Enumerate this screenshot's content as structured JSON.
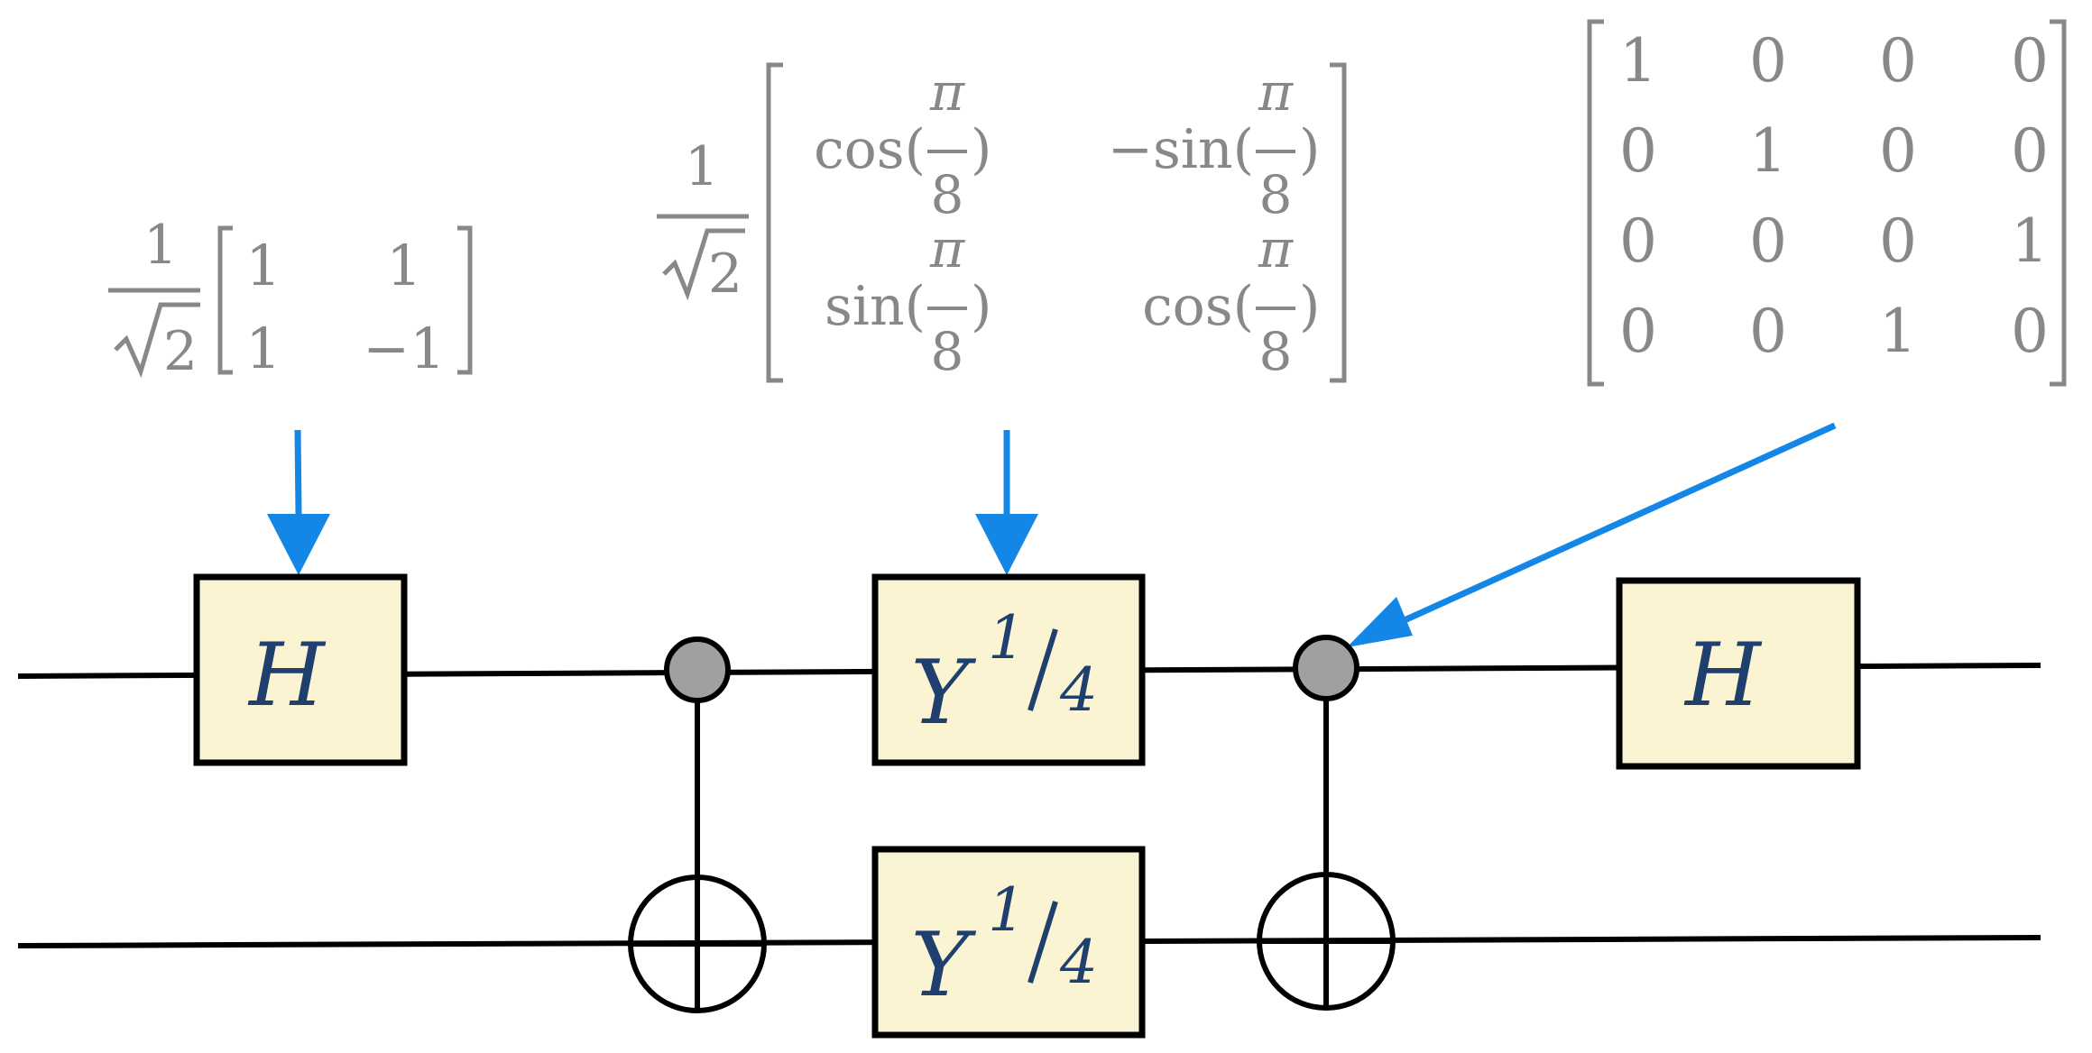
{
  "colors": {
    "wire": "#000000",
    "gate_fill": "#fbf4d3",
    "gate_text": "#1f3f6e",
    "control_dot": "#a0a0a0",
    "arrow": "#1487e6",
    "matrix_text": "#888888"
  },
  "gates": {
    "h_first": "H",
    "y_base": "Y",
    "y_exp_num": "1",
    "y_exp_den": "4",
    "h_last": "H"
  },
  "matrix_hadamard": {
    "prefactor_num": "1",
    "prefactor_den": "2",
    "rows": [
      [
        "1",
        "1"
      ],
      [
        "1",
        "−1"
      ]
    ]
  },
  "matrix_y": {
    "prefactor_num": "1",
    "prefactor_den": "2",
    "pi": "π",
    "eight": "8",
    "r1c1": "cos(",
    "r1c2": "−sin(",
    "r2c1": "sin(",
    "r2c2": "cos(",
    "close": ")"
  },
  "matrix_cnot": {
    "rows": [
      [
        "1",
        "0",
        "0",
        "0"
      ],
      [
        "0",
        "1",
        "0",
        "0"
      ],
      [
        "0",
        "0",
        "0",
        "1"
      ],
      [
        "0",
        "0",
        "1",
        "0"
      ]
    ]
  }
}
